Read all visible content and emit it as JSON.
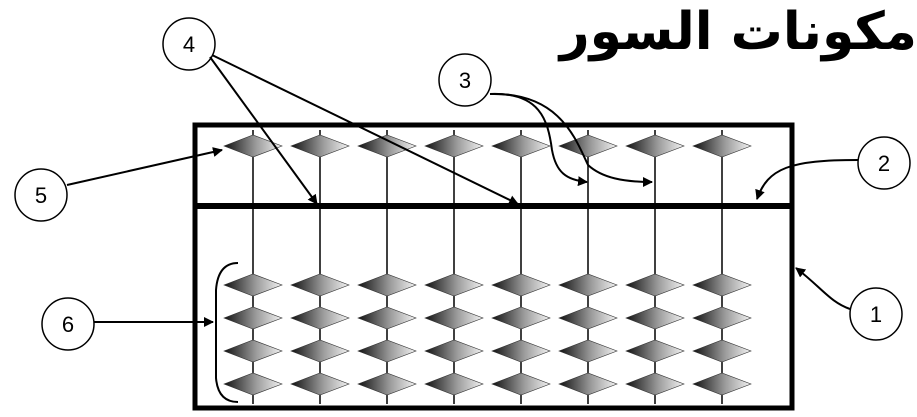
{
  "title": "مكونات السوروبان",
  "callouts": [
    {
      "id": "1",
      "label": "1"
    },
    {
      "id": "2",
      "label": "2"
    },
    {
      "id": "3",
      "label": "3"
    },
    {
      "id": "4",
      "label": "4"
    },
    {
      "id": "5",
      "label": "5"
    },
    {
      "id": "6",
      "label": "6"
    }
  ],
  "abacus": {
    "rods": 8,
    "upper_beads_per_rod": 1,
    "lower_beads_per_rod": 4
  },
  "colors": {
    "ink": "#000000",
    "bead_dark": "#111111",
    "bead_light": "#f2f2f2",
    "background": "#ffffff"
  }
}
